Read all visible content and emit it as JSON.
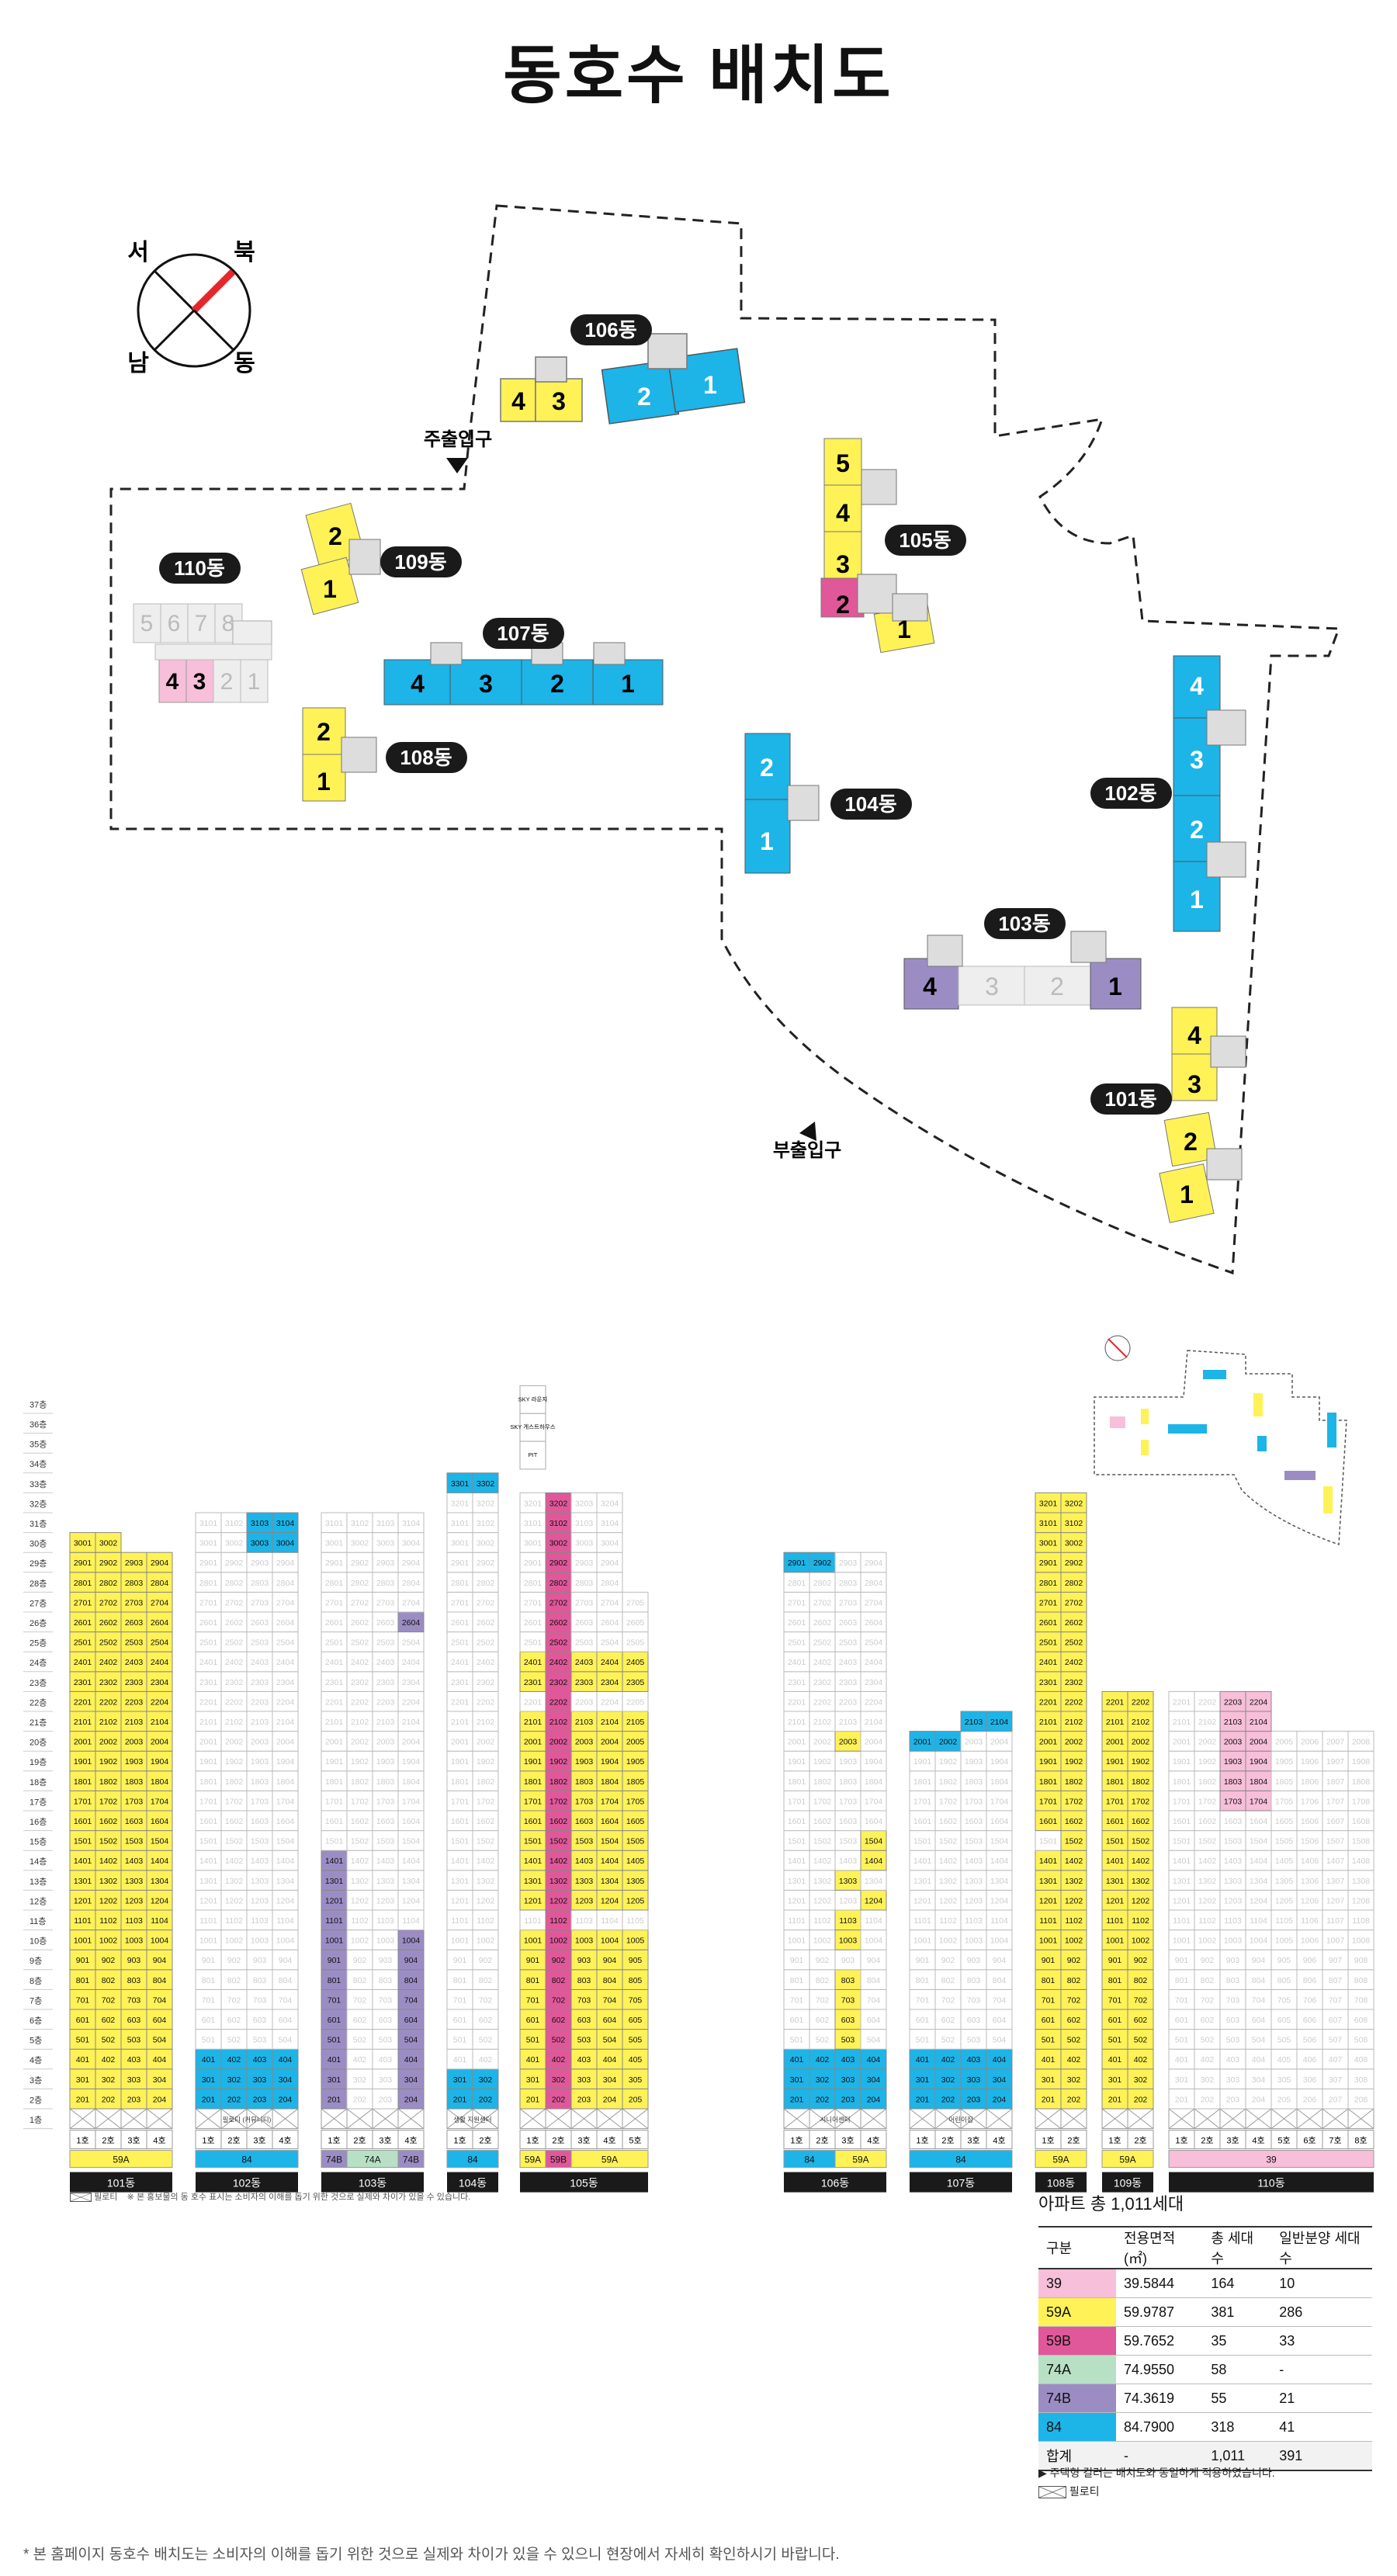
{
  "page_title": "동호수 배치도",
  "compass": {
    "north": "북",
    "west": "서",
    "south": "남",
    "east": "동"
  },
  "entrances": {
    "main": "주출입구",
    "sub": "부출입구"
  },
  "buildings": {
    "b101": {
      "name": "101동",
      "lines": [
        "4",
        "3",
        "2",
        "1"
      ]
    },
    "b102": {
      "name": "102동",
      "lines": [
        "4",
        "3",
        "2",
        "1"
      ]
    },
    "b103": {
      "name": "103동",
      "lines": [
        "4",
        "3",
        "2",
        "1"
      ]
    },
    "b104": {
      "name": "104동",
      "lines": [
        "2",
        "1"
      ]
    },
    "b105": {
      "name": "105동",
      "lines": [
        "5",
        "4",
        "3",
        "2",
        "1"
      ]
    },
    "b106": {
      "name": "106동",
      "lines": [
        "4",
        "3",
        "2",
        "1"
      ]
    },
    "b107": {
      "name": "107동",
      "lines": [
        "4",
        "3",
        "2",
        "1"
      ]
    },
    "b108": {
      "name": "108동",
      "lines": [
        "2",
        "1"
      ]
    },
    "b109": {
      "name": "109동",
      "lines": [
        "2",
        "1"
      ]
    },
    "b110": {
      "name": "110동",
      "lines": [
        "5",
        "6",
        "7",
        "8",
        "4",
        "3",
        "2",
        "1"
      ]
    }
  },
  "floor_labels": [
    "37층",
    "36층",
    "35층",
    "34층",
    "33층",
    "32층",
    "31층",
    "30층",
    "29층",
    "28층",
    "27층",
    "26층",
    "25층",
    "24층",
    "23층",
    "22층",
    "21층",
    "20층",
    "19층",
    "18층",
    "17층",
    "16층",
    "15층",
    "14층",
    "13층",
    "12층",
    "11층",
    "10층",
    "9층",
    "8층",
    "7층",
    "6층",
    "5층",
    "4층",
    "3층",
    "2층",
    "1층"
  ],
  "elevation": {
    "left_group": [
      {
        "name": "101동",
        "units": [
          "1호",
          "2호",
          "3호",
          "4호"
        ],
        "types": [
          "59A"
        ]
      },
      {
        "name": "102동",
        "units": [
          "1호",
          "2호",
          "3호",
          "4호"
        ],
        "types": [
          "84"
        ],
        "note": "필로티 (커뮤니티)"
      },
      {
        "name": "103동",
        "units": [
          "1호",
          "2호",
          "3호",
          "4호"
        ],
        "types": [
          "74B",
          "74A",
          "74B"
        ]
      },
      {
        "name": "104동",
        "units": [
          "1호",
          "2호"
        ],
        "types": [
          "84"
        ],
        "note": "생활 지원센터"
      },
      {
        "name": "105동",
        "units": [
          "1호",
          "2호",
          "3호",
          "4호",
          "5호"
        ],
        "types": [
          "59A",
          "59B",
          "59A"
        ],
        "sky": [
          "SKY 라운지",
          "SKY 게스트하우스",
          "PIT"
        ]
      }
    ],
    "right_group": [
      {
        "name": "106동",
        "units": [
          "1호",
          "2호",
          "3호",
          "4호"
        ],
        "types": [
          "84",
          "59A"
        ],
        "note": "시니어센터"
      },
      {
        "name": "107동",
        "units": [
          "1호",
          "2호",
          "3호",
          "4호"
        ],
        "types": [
          "84"
        ],
        "note": "어린이집"
      },
      {
        "name": "108동",
        "units": [
          "1호",
          "2호"
        ],
        "types": [
          "59A"
        ]
      },
      {
        "name": "109동",
        "units": [
          "1호",
          "2호"
        ],
        "types": [
          "59A"
        ]
      },
      {
        "name": "110동",
        "units": [
          "1호",
          "2호",
          "3호",
          "4호",
          "5호",
          "6호",
          "7호",
          "8호"
        ],
        "types": [
          "39"
        ]
      }
    ],
    "pilot_note_left": "필로티",
    "pilot_note_left_desc": "※ 본 홍보물의 동 호수 표시는 소비자의 이해를 돕기 위한 것으로 실제와 차이가 있을 수 있습니다."
  },
  "legend": {
    "title": "아파트 총 1,011세대",
    "headers": [
      "구분",
      "전용면적(㎡)",
      "총 세대수",
      "일반분양 세대수"
    ],
    "rows": [
      {
        "type": "39",
        "area": "39.5844",
        "total": "164",
        "general": "10",
        "color": "#f7bfd9"
      },
      {
        "type": "59A",
        "area": "59.9787",
        "total": "381",
        "general": "286",
        "color": "#fff257"
      },
      {
        "type": "59B",
        "area": "59.7652",
        "total": "35",
        "general": "33",
        "color": "#e0589a"
      },
      {
        "type": "74A",
        "area": "74.9550",
        "total": "58",
        "general": "-",
        "color": "#b7e0c4"
      },
      {
        "type": "74B",
        "area": "74.3619",
        "total": "55",
        "general": "21",
        "color": "#9b8dc4"
      },
      {
        "type": "84",
        "area": "84.7900",
        "total": "318",
        "general": "41",
        "color": "#1db4e8"
      },
      {
        "type": "합계",
        "area": "-",
        "total": "1,011",
        "general": "391",
        "color": ""
      }
    ],
    "note": "▶ 주택형 컬러는 배치도와 동일하게 적용하였습니다.",
    "pilot": "필로티"
  },
  "footnote": "* 본 홈페이지 동호수 배치도는 소비자의 이해를 돕기 위한 것으로 실제와 차이가 있을 수 있으니 현장에서 자세히 확인하시기 바랍니다.",
  "colors": {
    "59A": "#fff257",
    "59B": "#e0589a",
    "84": "#1db4e8",
    "74B": "#9b8dc4",
    "74A": "#b7e0c4",
    "39": "#f7bfd9",
    "badge": "#1a1a1a"
  }
}
